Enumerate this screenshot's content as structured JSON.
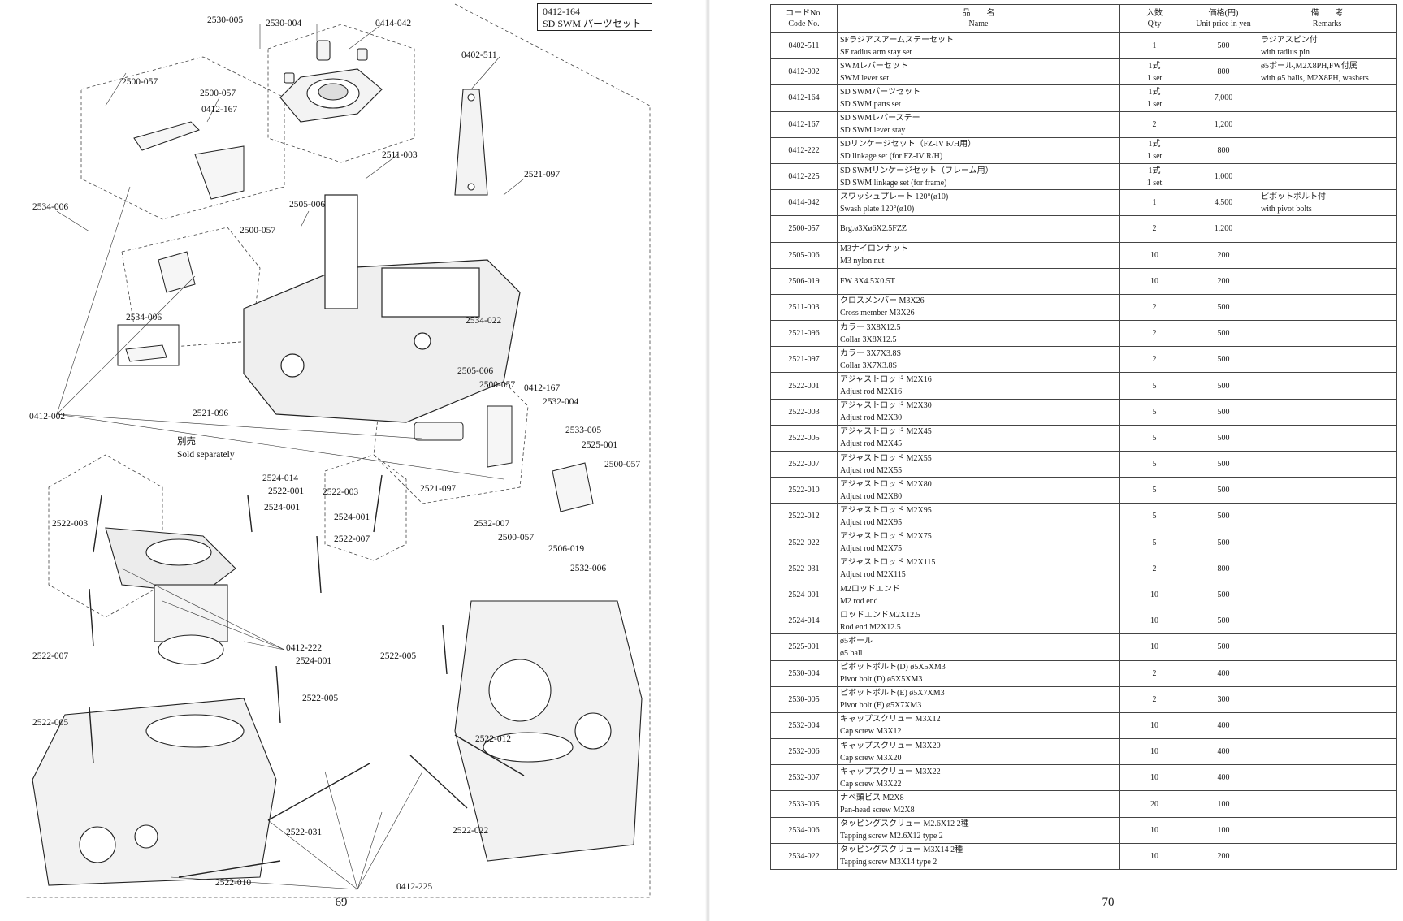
{
  "left_page": {
    "page_number": "69",
    "title_box": {
      "code": "0412-164",
      "name": "SD SWM パーツセット"
    },
    "sold_separately": {
      "ja": "別売",
      "en": "Sold separately"
    },
    "callouts": [
      {
        "id": "c1",
        "label": "2530-005"
      },
      {
        "id": "c2",
        "label": "2530-004"
      },
      {
        "id": "c3",
        "label": "0414-042"
      },
      {
        "id": "c4",
        "label": "0402-511"
      },
      {
        "id": "c5",
        "label": "2500-057"
      },
      {
        "id": "c6",
        "label": "2500-057"
      },
      {
        "id": "c7",
        "label": "0412-167"
      },
      {
        "id": "c8",
        "label": "2511-003"
      },
      {
        "id": "c9",
        "label": "2521-097"
      },
      {
        "id": "c10",
        "label": "2534-006"
      },
      {
        "id": "c11",
        "label": "2505-006"
      },
      {
        "id": "c12",
        "label": "2500-057"
      },
      {
        "id": "c13",
        "label": "2534-006"
      },
      {
        "id": "c14",
        "label": "2534-022"
      },
      {
        "id": "c15",
        "label": "2505-006"
      },
      {
        "id": "c16",
        "label": "2500-057"
      },
      {
        "id": "c17",
        "label": "0412-167"
      },
      {
        "id": "c18",
        "label": "0412-002"
      },
      {
        "id": "c19",
        "label": "2521-096"
      },
      {
        "id": "c20",
        "label": "2532-004"
      },
      {
        "id": "c21",
        "label": "2533-005"
      },
      {
        "id": "c22",
        "label": "2525-001"
      },
      {
        "id": "c23",
        "label": "2500-057"
      },
      {
        "id": "c24",
        "label": "2521-097"
      },
      {
        "id": "c25",
        "label": "2532-007"
      },
      {
        "id": "c26",
        "label": "2500-057"
      },
      {
        "id": "c27",
        "label": "2506-019"
      },
      {
        "id": "c28",
        "label": "2532-006"
      },
      {
        "id": "c29",
        "label": "2524-014"
      },
      {
        "id": "c30",
        "label": "2522-001"
      },
      {
        "id": "c31",
        "label": "2524-001"
      },
      {
        "id": "c32",
        "label": "2522-003"
      },
      {
        "id": "c33",
        "label": "2524-001"
      },
      {
        "id": "c34",
        "label": "2522-007"
      },
      {
        "id": "c35",
        "label": "2522-003"
      },
      {
        "id": "c36",
        "label": "0412-222"
      },
      {
        "id": "c37",
        "label": "2522-007"
      },
      {
        "id": "c38",
        "label": "2524-001"
      },
      {
        "id": "c39",
        "label": "2522-005"
      },
      {
        "id": "c40",
        "label": "2522-005"
      },
      {
        "id": "c41",
        "label": "2522-005"
      },
      {
        "id": "c42",
        "label": "2522-012"
      },
      {
        "id": "c43",
        "label": "2522-031"
      },
      {
        "id": "c44",
        "label": "2522-022"
      },
      {
        "id": "c45",
        "label": "2522-010"
      },
      {
        "id": "c46",
        "label": "0412-225"
      }
    ]
  },
  "right_page": {
    "page_number": "70",
    "headers": {
      "code": {
        "ja": "コードNo.",
        "en": "Code No."
      },
      "name": {
        "ja": "品　　名",
        "en": "Name"
      },
      "qty": {
        "ja": "入数",
        "en": "Q'ty"
      },
      "price": {
        "ja": "価格(円)",
        "en": "Unit price in yen"
      },
      "remarks": {
        "ja": "備　　考",
        "en": "Remarks"
      }
    },
    "rows": [
      {
        "code": "0402-511",
        "name_ja": "SFラジアスアームステーセット",
        "name_en": "SF radius arm stay set",
        "qty_1": "1",
        "qty_2": "",
        "price": "500",
        "remarks_1": "ラジアスピン付",
        "remarks_2": "with radius pin"
      },
      {
        "code": "0412-002",
        "name_ja": "SWMレバーセット",
        "name_en": "SWM lever set",
        "qty_1": "1式",
        "qty_2": "1 set",
        "price": "800",
        "remarks_1": "ø5ボール,M2X8PH,FW付属",
        "remarks_2": "with ø5 balls, M2X8PH, washers"
      },
      {
        "code": "0412-164",
        "name_ja": "SD SWMパーツセット",
        "name_en": "SD SWM parts set",
        "qty_1": "1式",
        "qty_2": "1 set",
        "price": "7,000",
        "remarks_1": "",
        "remarks_2": ""
      },
      {
        "code": "0412-167",
        "name_ja": "SD SWMレバーステー",
        "name_en": "SD SWM lever stay",
        "qty_1": "2",
        "qty_2": "",
        "price": "1,200",
        "remarks_1": "",
        "remarks_2": ""
      },
      {
        "code": "0412-222",
        "name_ja": "SDリンケージセット（FZ-IV R/H用）",
        "name_en": "SD linkage set (for FZ-IV R/H)",
        "qty_1": "1式",
        "qty_2": "1 set",
        "price": "800",
        "remarks_1": "",
        "remarks_2": ""
      },
      {
        "code": "0412-225",
        "name_ja": "SD SWMリンケージセット（フレーム用）",
        "name_en": "SD SWM linkage set (for frame)",
        "qty_1": "1式",
        "qty_2": "1 set",
        "price": "1,000",
        "remarks_1": "",
        "remarks_2": ""
      },
      {
        "code": "0414-042",
        "name_ja": "スワッシュプレート 120°(ø10)",
        "name_en": "Swash plate 120°(ø10)",
        "qty_1": "1",
        "qty_2": "",
        "price": "4,500",
        "remarks_1": "ピボットボルト付",
        "remarks_2": "with pivot bolts"
      },
      {
        "code": "2500-057",
        "name_ja": "Brg.ø3Xø6X2.5FZZ",
        "name_en": "",
        "qty_1": "2",
        "qty_2": "",
        "price": "1,200",
        "remarks_1": "",
        "remarks_2": ""
      },
      {
        "code": "2505-006",
        "name_ja": "M3ナイロンナット",
        "name_en": "M3 nylon nut",
        "qty_1": "10",
        "qty_2": "",
        "price": "200",
        "remarks_1": "",
        "remarks_2": ""
      },
      {
        "code": "2506-019",
        "name_ja": "FW 3X4.5X0.5T",
        "name_en": "",
        "qty_1": "10",
        "qty_2": "",
        "price": "200",
        "remarks_1": "",
        "remarks_2": ""
      },
      {
        "code": "2511-003",
        "name_ja": "クロスメンバー M3X26",
        "name_en": "Cross member M3X26",
        "qty_1": "2",
        "qty_2": "",
        "price": "500",
        "remarks_1": "",
        "remarks_2": ""
      },
      {
        "code": "2521-096",
        "name_ja": "カラー 3X8X12.5",
        "name_en": "Collar 3X8X12.5",
        "qty_1": "2",
        "qty_2": "",
        "price": "500",
        "remarks_1": "",
        "remarks_2": ""
      },
      {
        "code": "2521-097",
        "name_ja": "カラー 3X7X3.8S",
        "name_en": "Collar 3X7X3.8S",
        "qty_1": "2",
        "qty_2": "",
        "price": "500",
        "remarks_1": "",
        "remarks_2": ""
      },
      {
        "code": "2522-001",
        "name_ja": "アジャストロッド M2X16",
        "name_en": "Adjust rod M2X16",
        "qty_1": "5",
        "qty_2": "",
        "price": "500",
        "remarks_1": "",
        "remarks_2": ""
      },
      {
        "code": "2522-003",
        "name_ja": "アジャストロッド M2X30",
        "name_en": "Adjust rod M2X30",
        "qty_1": "5",
        "qty_2": "",
        "price": "500",
        "remarks_1": "",
        "remarks_2": ""
      },
      {
        "code": "2522-005",
        "name_ja": "アジャストロッド M2X45",
        "name_en": "Adjust rod M2X45",
        "qty_1": "5",
        "qty_2": "",
        "price": "500",
        "remarks_1": "",
        "remarks_2": ""
      },
      {
        "code": "2522-007",
        "name_ja": "アジャストロッド M2X55",
        "name_en": "Adjust rod M2X55",
        "qty_1": "5",
        "qty_2": "",
        "price": "500",
        "remarks_1": "",
        "remarks_2": ""
      },
      {
        "code": "2522-010",
        "name_ja": "アジャストロッド M2X80",
        "name_en": "Adjust rod M2X80",
        "qty_1": "5",
        "qty_2": "",
        "price": "500",
        "remarks_1": "",
        "remarks_2": ""
      },
      {
        "code": "2522-012",
        "name_ja": "アジャストロッド M2X95",
        "name_en": "Adjust rod M2X95",
        "qty_1": "5",
        "qty_2": "",
        "price": "500",
        "remarks_1": "",
        "remarks_2": ""
      },
      {
        "code": "2522-022",
        "name_ja": "アジャストロッド M2X75",
        "name_en": "Adjust rod M2X75",
        "qty_1": "5",
        "qty_2": "",
        "price": "500",
        "remarks_1": "",
        "remarks_2": ""
      },
      {
        "code": "2522-031",
        "name_ja": "アジャストロッド M2X115",
        "name_en": "Adjust rod M2X115",
        "qty_1": "2",
        "qty_2": "",
        "price": "800",
        "remarks_1": "",
        "remarks_2": ""
      },
      {
        "code": "2524-001",
        "name_ja": "M2ロッドエンド",
        "name_en": "M2 rod end",
        "qty_1": "10",
        "qty_2": "",
        "price": "500",
        "remarks_1": "",
        "remarks_2": ""
      },
      {
        "code": "2524-014",
        "name_ja": "ロッドエンドM2X12.5",
        "name_en": "Rod end M2X12.5",
        "qty_1": "10",
        "qty_2": "",
        "price": "500",
        "remarks_1": "",
        "remarks_2": ""
      },
      {
        "code": "2525-001",
        "name_ja": "ø5ボール",
        "name_en": "ø5 ball",
        "qty_1": "10",
        "qty_2": "",
        "price": "500",
        "remarks_1": "",
        "remarks_2": ""
      },
      {
        "code": "2530-004",
        "name_ja": "ピボットボルト(D) ø5X5XM3",
        "name_en": "Pivot bolt (D) ø5X5XM3",
        "qty_1": "2",
        "qty_2": "",
        "price": "400",
        "remarks_1": "",
        "remarks_2": ""
      },
      {
        "code": "2530-005",
        "name_ja": "ピボットボルト(E) ø5X7XM3",
        "name_en": "Pivot bolt (E) ø5X7XM3",
        "qty_1": "2",
        "qty_2": "",
        "price": "300",
        "remarks_1": "",
        "remarks_2": ""
      },
      {
        "code": "2532-004",
        "name_ja": "キャップスクリュー M3X12",
        "name_en": "Cap screw M3X12",
        "qty_1": "10",
        "qty_2": "",
        "price": "400",
        "remarks_1": "",
        "remarks_2": ""
      },
      {
        "code": "2532-006",
        "name_ja": "キャップスクリュー M3X20",
        "name_en": "Cap screw M3X20",
        "qty_1": "10",
        "qty_2": "",
        "price": "400",
        "remarks_1": "",
        "remarks_2": ""
      },
      {
        "code": "2532-007",
        "name_ja": "キャップスクリュー M3X22",
        "name_en": "Cap screw M3X22",
        "qty_1": "10",
        "qty_2": "",
        "price": "400",
        "remarks_1": "",
        "remarks_2": ""
      },
      {
        "code": "2533-005",
        "name_ja": "ナベ頭ビス M2X8",
        "name_en": "Pan-head screw M2X8",
        "qty_1": "20",
        "qty_2": "",
        "price": "100",
        "remarks_1": "",
        "remarks_2": ""
      },
      {
        "code": "2534-006",
        "name_ja": "タッピングスクリュー M2.6X12 2種",
        "name_en": "Tapping screw M2.6X12 type 2",
        "qty_1": "10",
        "qty_2": "",
        "price": "100",
        "remarks_1": "",
        "remarks_2": ""
      },
      {
        "code": "2534-022",
        "name_ja": "タッピングスクリュー M3X14 2種",
        "name_en": "Tapping screw M3X14 type 2",
        "qty_1": "10",
        "qty_2": "",
        "price": "200",
        "remarks_1": "",
        "remarks_2": ""
      }
    ]
  }
}
